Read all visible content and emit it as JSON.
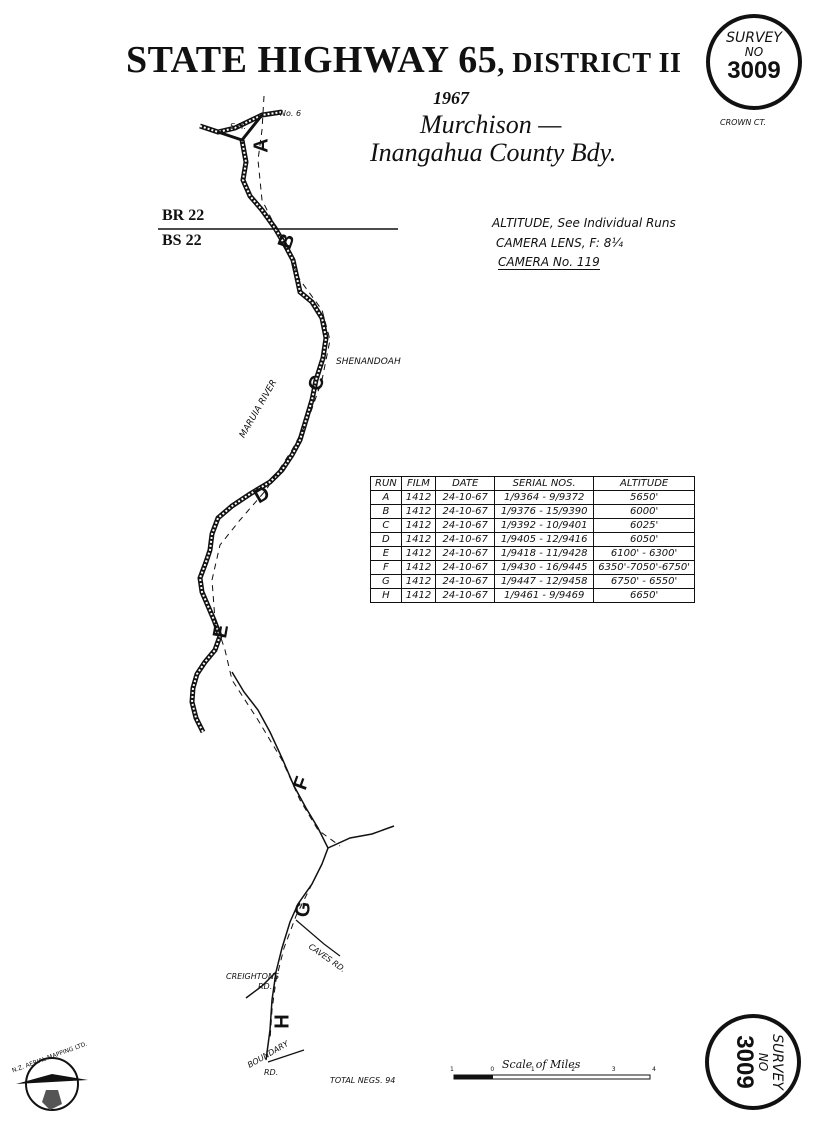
{
  "title": {
    "main": "STATE HIGHWAY 65",
    "district": ", DISTRICT II"
  },
  "year": "1967",
  "route": {
    "line1": "Murchison —",
    "line2": "Inangahua County Bdy."
  },
  "survey": {
    "label1": "SURVEY",
    "label2": "NO",
    "number": "3009",
    "crown": "CROWN CT."
  },
  "camera": {
    "altitude": "ALTITUDE, See Individual Runs",
    "lens": "CAMERA LENS, F: 8¼",
    "number": "CAMERA No. 119"
  },
  "sheets": {
    "top": "BR 22",
    "bottom": "BS 22"
  },
  "place_labels": {
    "sh": "S.H.",
    "no6": "No. 6",
    "shenandoah": "SHENANDOAH",
    "maruia": "MARUIA RIVER",
    "caves": "CAVES RD.",
    "creightons1": "CREIGHTONS",
    "creightons2": "RD.",
    "boundary1": "BOUNDARY",
    "boundary2": "RD."
  },
  "run_letters": [
    "A",
    "B",
    "C",
    "D",
    "E",
    "F",
    "G",
    "H"
  ],
  "table": {
    "headers": [
      "RUN",
      "FILM",
      "DATE",
      "SERIAL NOS.",
      "ALTITUDE"
    ],
    "rows": [
      [
        "A",
        "1412",
        "24-10-67",
        "1/9364 - 9/9372",
        "5650'"
      ],
      [
        "B",
        "1412",
        "24-10-67",
        "1/9376 - 15/9390",
        "6000'"
      ],
      [
        "C",
        "1412",
        "24-10-67",
        "1/9392 - 10/9401",
        "6025'"
      ],
      [
        "D",
        "1412",
        "24-10-67",
        "1/9405 - 12/9416",
        "6050'"
      ],
      [
        "E",
        "1412",
        "24-10-67",
        "1/9418 - 11/9428",
        "6100' - 6300'"
      ],
      [
        "F",
        "1412",
        "24-10-67",
        "1/9430 - 16/9445",
        "6350'-7050'-6750'"
      ],
      [
        "G",
        "1412",
        "24-10-67",
        "1/9447 - 12/9458",
        "6750' - 6550'"
      ],
      [
        "H",
        "1412",
        "24-10-67",
        "1/9461 - 9/9469",
        "6650'"
      ]
    ]
  },
  "total_negs": "TOTAL NEGS. 94",
  "scale": {
    "label": "Scale of Miles",
    "ticks": [
      "1",
      "0",
      "1",
      "2",
      "3",
      "4"
    ]
  },
  "logo": {
    "text": "N.Z. AERIAL MAPPING LTD."
  }
}
